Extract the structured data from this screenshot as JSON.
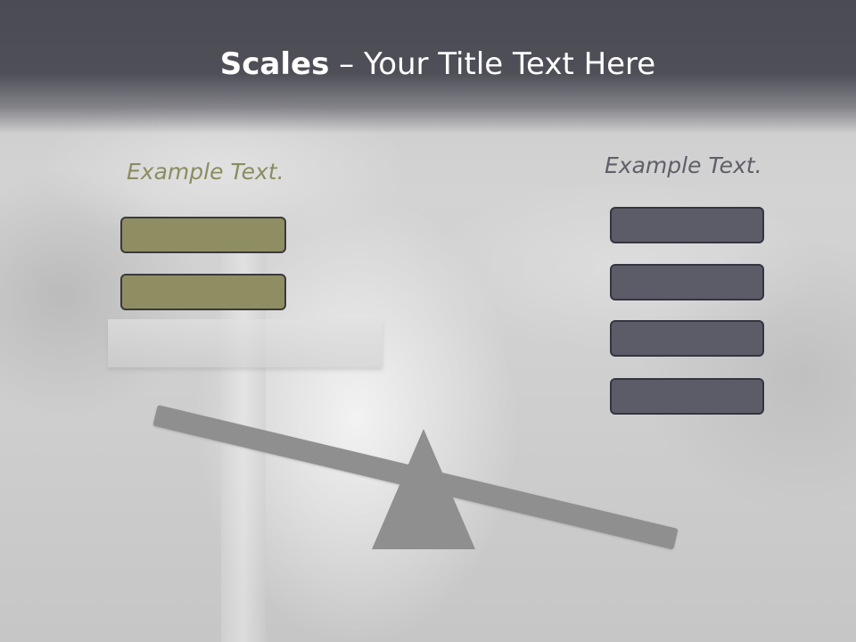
{
  "slide": {
    "title_bold": "Scales",
    "title_rest": " – Your Title Text Here",
    "left": {
      "label": "Example Text.",
      "color": "#8f8e62",
      "box_count": 2
    },
    "right": {
      "label": "Example Text.",
      "color": "#5c5c68",
      "box_count": 4
    },
    "beam_color": "#8f8f8f",
    "fulcrum_color": "#8f8f8f"
  }
}
